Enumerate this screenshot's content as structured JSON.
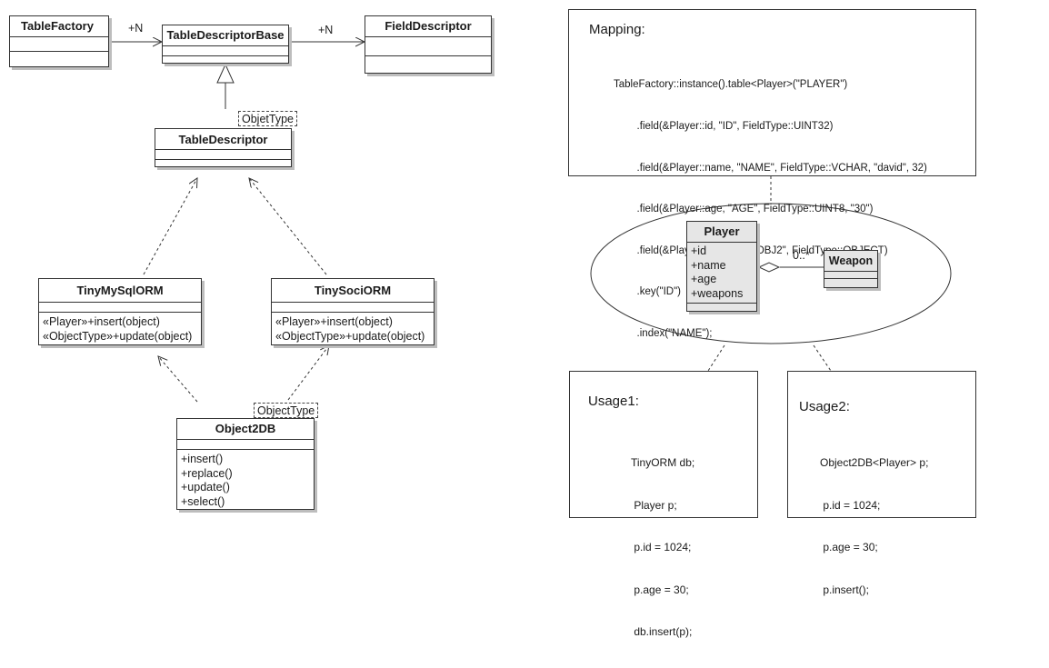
{
  "classes": {
    "table_factory": {
      "name": "TableFactory"
    },
    "table_descriptor_base": {
      "name": "TableDescriptorBase"
    },
    "field_descriptor": {
      "name": "FieldDescriptor"
    },
    "table_descriptor": {
      "name": "TableDescriptor",
      "template_param": "ObjetType"
    },
    "tiny_mysql_orm": {
      "name": "TinyMySqlORM",
      "operations": [
        "«Player»+insert(object)",
        "«ObjectType»+update(object)"
      ]
    },
    "tiny_soci_orm": {
      "name": "TinySociORM",
      "operations": [
        "«Player»+insert(object)",
        "«ObjectType»+update(object)"
      ]
    },
    "object2db": {
      "name": "Object2DB",
      "template_param": "ObjectType",
      "operations": [
        "+insert()",
        "+replace()",
        "+update()",
        "+select()"
      ]
    }
  },
  "associations": {
    "factory_to_base": "+N",
    "base_to_field": "+N",
    "player_weapon": "0..*"
  },
  "mapping_note": {
    "title": "Mapping:",
    "lines": [
      "TableFactory::instance().table<Player>(\"PLAYER\")",
      "        .field(&Player::id, \"ID\", FieldType::UINT32)",
      "        .field(&Player::name, \"NAME\", FieldType::VCHAR, \"david\", 32)",
      "        .field(&Player::age, \"AGE\", FieldType::UINT8, \"30\")",
      "        .field(&Player::weapons, \"OBJ2\", FieldType::OBJECT)",
      "        .key(\"ID\")",
      "        .index(\"NAME\");"
    ]
  },
  "player": {
    "name": "Player",
    "attributes": [
      "+id",
      "+name",
      "+age",
      "+weapons"
    ]
  },
  "weapon": {
    "name": "Weapon"
  },
  "usage1": {
    "title": "Usage1:",
    "lines": [
      "TinyORM db;",
      " Player p;",
      " p.id = 1024;",
      " p.age = 30;",
      " db.insert(p);"
    ]
  },
  "usage2": {
    "title": "Usage2:",
    "lines": [
      "Object2DB<Player> p;",
      " p.id = 1024;",
      " p.age = 30;",
      " p.insert();"
    ]
  }
}
